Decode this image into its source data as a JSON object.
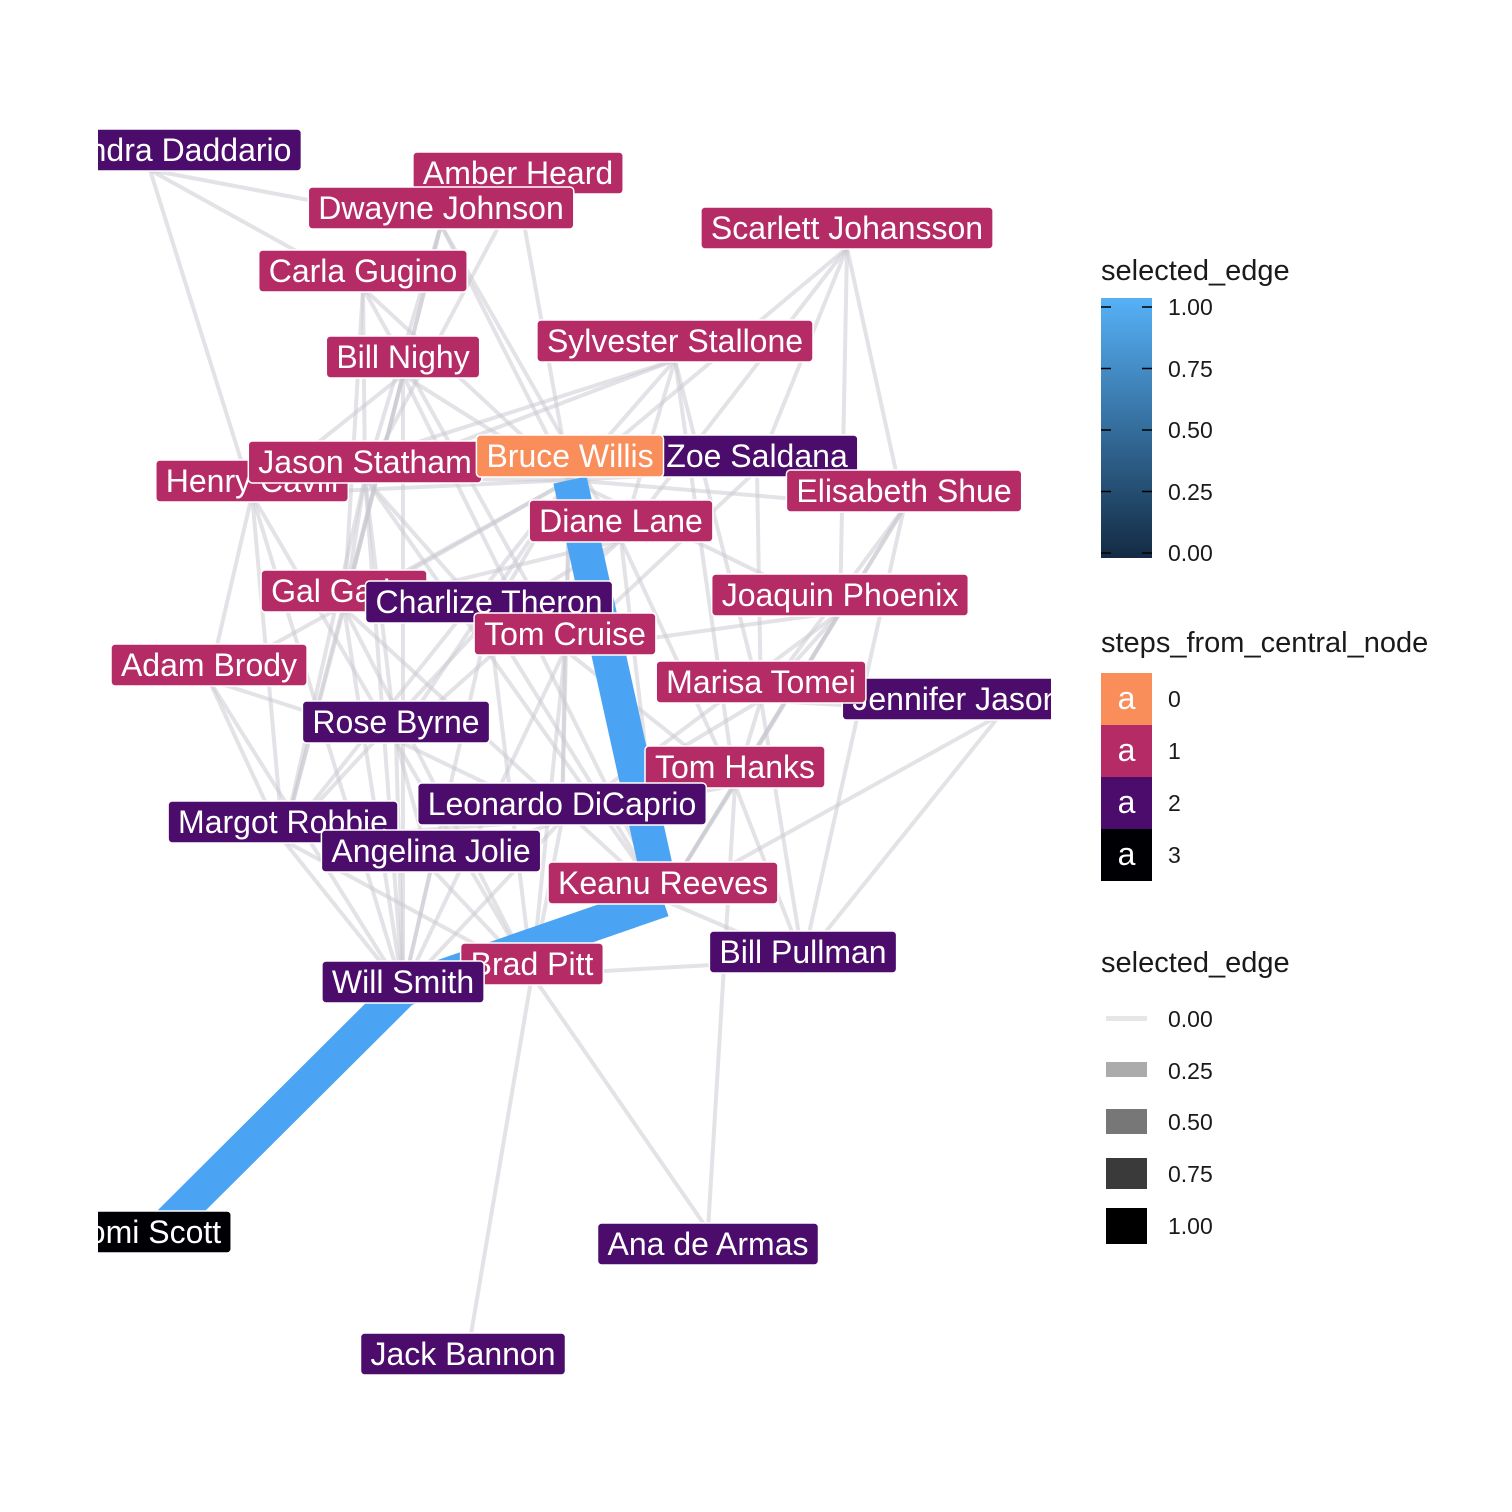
{
  "nodes": [
    {
      "id": "alexandra",
      "label": "Alexandra Daddario",
      "step": 2
    },
    {
      "id": "amber",
      "label": "Amber Heard",
      "step": 1
    },
    {
      "id": "dwayne",
      "label": "Dwayne Johnson",
      "step": 1
    },
    {
      "id": "scarlett",
      "label": "Scarlett Johansson",
      "step": 1
    },
    {
      "id": "carla",
      "label": "Carla Gugino",
      "step": 1
    },
    {
      "id": "sylvester",
      "label": "Sylvester Stallone",
      "step": 1
    },
    {
      "id": "billn",
      "label": "Bill Nighy",
      "step": 1
    },
    {
      "id": "zoe",
      "label": "Zoe Saldana",
      "step": 2
    },
    {
      "id": "henry",
      "label": "Henry Cavill",
      "step": 1
    },
    {
      "id": "jason",
      "label": "Jason Statham",
      "step": 1
    },
    {
      "id": "bruce",
      "label": "Bruce Willis",
      "step": 0
    },
    {
      "id": "elisabeth",
      "label": "Elisabeth Shue",
      "step": 1
    },
    {
      "id": "diane",
      "label": "Diane Lane",
      "step": 1
    },
    {
      "id": "gal",
      "label": "Gal Gadot",
      "step": 1
    },
    {
      "id": "joaquin",
      "label": "Joaquin Phoenix",
      "step": 1
    },
    {
      "id": "charlize",
      "label": "Charlize Theron",
      "step": 2
    },
    {
      "id": "tomc",
      "label": "Tom Cruise",
      "step": 1
    },
    {
      "id": "adam",
      "label": "Adam Brody",
      "step": 1
    },
    {
      "id": "jennifer",
      "label": "Jennifer Jason Leigh",
      "step": 2
    },
    {
      "id": "marisa",
      "label": "Marisa Tomei",
      "step": 1
    },
    {
      "id": "rose",
      "label": "Rose Byrne",
      "step": 2
    },
    {
      "id": "tomh",
      "label": "Tom Hanks",
      "step": 1
    },
    {
      "id": "leonardo",
      "label": "Leonardo DiCaprio",
      "step": 2
    },
    {
      "id": "margot",
      "label": "Margot Robbie",
      "step": 2
    },
    {
      "id": "angelina",
      "label": "Angelina Jolie",
      "step": 2
    },
    {
      "id": "keanu",
      "label": "Keanu Reeves",
      "step": 1
    },
    {
      "id": "bradpitt",
      "label": "Brad Pitt",
      "step": 1
    },
    {
      "id": "billp",
      "label": "Bill Pullman",
      "step": 2
    },
    {
      "id": "will",
      "label": "Will Smith",
      "step": 2
    },
    {
      "id": "naomi",
      "label": "Naomi Scott",
      "step": 3
    },
    {
      "id": "ana",
      "label": "Ana de Armas",
      "step": 2
    },
    {
      "id": "jack",
      "label": "Jack Bannon",
      "step": 2
    }
  ],
  "edges": [
    {
      "from": "bruce",
      "to": "keanu",
      "selected_edge": 1
    },
    {
      "from": "keanu",
      "to": "will",
      "selected_edge": 1
    },
    {
      "from": "will",
      "to": "naomi",
      "selected_edge": 1
    },
    {
      "from": "alexandra",
      "to": "dwayne",
      "selected_edge": 0
    },
    {
      "from": "alexandra",
      "to": "carla",
      "selected_edge": 0
    },
    {
      "from": "alexandra",
      "to": "henry",
      "selected_edge": 0
    },
    {
      "from": "amber",
      "to": "bruce",
      "selected_edge": 0
    },
    {
      "from": "amber",
      "to": "jason",
      "selected_edge": 0
    },
    {
      "from": "dwayne",
      "to": "billn",
      "selected_edge": 0
    },
    {
      "from": "dwayne",
      "to": "bruce",
      "selected_edge": 0
    },
    {
      "from": "dwayne",
      "to": "gal",
      "selected_edge": 0
    },
    {
      "from": "dwayne",
      "to": "jason",
      "selected_edge": 0
    },
    {
      "from": "dwayne",
      "to": "diane",
      "selected_edge": 0
    },
    {
      "from": "scarlett",
      "to": "zoe",
      "selected_edge": 0
    },
    {
      "from": "scarlett",
      "to": "diane",
      "selected_edge": 0
    },
    {
      "from": "scarlett",
      "to": "joaquin",
      "selected_edge": 0
    },
    {
      "from": "scarlett",
      "to": "bruce",
      "selected_edge": 0
    },
    {
      "from": "scarlett",
      "to": "elisabeth",
      "selected_edge": 0
    },
    {
      "from": "carla",
      "to": "jason",
      "selected_edge": 0
    },
    {
      "from": "carla",
      "to": "bruce",
      "selected_edge": 0
    },
    {
      "from": "carla",
      "to": "gal",
      "selected_edge": 0
    },
    {
      "from": "carla",
      "to": "tomc",
      "selected_edge": 0
    },
    {
      "from": "sylvester",
      "to": "bruce",
      "selected_edge": 0
    },
    {
      "from": "sylvester",
      "to": "jason",
      "selected_edge": 0
    },
    {
      "from": "sylvester",
      "to": "diane",
      "selected_edge": 0
    },
    {
      "from": "sylvester",
      "to": "marisa",
      "selected_edge": 0
    },
    {
      "from": "sylvester",
      "to": "henry",
      "selected_edge": 0
    },
    {
      "from": "sylvester",
      "to": "tomh",
      "selected_edge": 0
    },
    {
      "from": "billn",
      "to": "bruce",
      "selected_edge": 0
    },
    {
      "from": "billn",
      "to": "henry",
      "selected_edge": 0
    },
    {
      "from": "billn",
      "to": "gal",
      "selected_edge": 0
    },
    {
      "from": "billn",
      "to": "margot",
      "selected_edge": 0
    },
    {
      "from": "billn",
      "to": "will",
      "selected_edge": 0
    },
    {
      "from": "billn",
      "to": "keanu",
      "selected_edge": 0
    },
    {
      "from": "zoe",
      "to": "bruce",
      "selected_edge": 0
    },
    {
      "from": "zoe",
      "to": "tomc",
      "selected_edge": 0
    },
    {
      "from": "zoe",
      "to": "marisa",
      "selected_edge": 0
    },
    {
      "from": "henry",
      "to": "bruce",
      "selected_edge": 0
    },
    {
      "from": "henry",
      "to": "adam",
      "selected_edge": 0
    },
    {
      "from": "henry",
      "to": "margot",
      "selected_edge": 0
    },
    {
      "from": "henry",
      "to": "will",
      "selected_edge": 0
    },
    {
      "from": "henry",
      "to": "bradpitt",
      "selected_edge": 0
    },
    {
      "from": "jason",
      "to": "bruce",
      "selected_edge": 0
    },
    {
      "from": "jason",
      "to": "gal",
      "selected_edge": 0
    },
    {
      "from": "jason",
      "to": "charlize",
      "selected_edge": 0
    },
    {
      "from": "jason",
      "to": "rose",
      "selected_edge": 0
    },
    {
      "from": "jason",
      "to": "will",
      "selected_edge": 0
    },
    {
      "from": "jason",
      "to": "keanu",
      "selected_edge": 0
    },
    {
      "from": "jason",
      "to": "margot",
      "selected_edge": 0
    },
    {
      "from": "bruce",
      "to": "diane",
      "selected_edge": 0
    },
    {
      "from": "bruce",
      "to": "tomc",
      "selected_edge": 0
    },
    {
      "from": "bruce",
      "to": "elisabeth",
      "selected_edge": 0
    },
    {
      "from": "bruce",
      "to": "gal",
      "selected_edge": 0
    },
    {
      "from": "bruce",
      "to": "charlize",
      "selected_edge": 0
    },
    {
      "from": "bruce",
      "to": "joaquin",
      "selected_edge": 0
    },
    {
      "from": "bruce",
      "to": "rose",
      "selected_edge": 0
    },
    {
      "from": "bruce",
      "to": "adam",
      "selected_edge": 0
    },
    {
      "from": "bruce",
      "to": "margot",
      "selected_edge": 0
    },
    {
      "from": "bruce",
      "to": "leonardo",
      "selected_edge": 0
    },
    {
      "from": "elisabeth",
      "to": "tomh",
      "selected_edge": 0
    },
    {
      "from": "elisabeth",
      "to": "billp",
      "selected_edge": 0
    },
    {
      "from": "elisabeth",
      "to": "keanu",
      "selected_edge": 0
    },
    {
      "from": "elisabeth",
      "to": "marisa",
      "selected_edge": 0
    },
    {
      "from": "diane",
      "to": "charlize",
      "selected_edge": 0
    },
    {
      "from": "diane",
      "to": "tomh",
      "selected_edge": 0
    },
    {
      "from": "diane",
      "to": "gal",
      "selected_edge": 0
    },
    {
      "from": "diane",
      "to": "rose",
      "selected_edge": 0
    },
    {
      "from": "diane",
      "to": "keanu",
      "selected_edge": 0
    },
    {
      "from": "gal",
      "to": "will",
      "selected_edge": 0
    },
    {
      "from": "gal",
      "to": "margot",
      "selected_edge": 0
    },
    {
      "from": "gal",
      "to": "keanu",
      "selected_edge": 0
    },
    {
      "from": "gal",
      "to": "bradpitt",
      "selected_edge": 0
    },
    {
      "from": "joaquin",
      "to": "tomc",
      "selected_edge": 0
    },
    {
      "from": "joaquin",
      "to": "leonardo",
      "selected_edge": 0
    },
    {
      "from": "joaquin",
      "to": "marisa",
      "selected_edge": 0
    },
    {
      "from": "joaquin",
      "to": "keanu",
      "selected_edge": 0
    },
    {
      "from": "charlize",
      "to": "tomc",
      "selected_edge": 0
    },
    {
      "from": "charlize",
      "to": "keanu",
      "selected_edge": 0
    },
    {
      "from": "charlize",
      "to": "will",
      "selected_edge": 0
    },
    {
      "from": "charlize",
      "to": "margot",
      "selected_edge": 0
    },
    {
      "from": "charlize",
      "to": "bradpitt",
      "selected_edge": 0
    },
    {
      "from": "tomc",
      "to": "tomh",
      "selected_edge": 0
    },
    {
      "from": "tomc",
      "to": "leonardo",
      "selected_edge": 0
    },
    {
      "from": "tomc",
      "to": "will",
      "selected_edge": 0
    },
    {
      "from": "tomc",
      "to": "bradpitt",
      "selected_edge": 0
    },
    {
      "from": "adam",
      "to": "margot",
      "selected_edge": 0
    },
    {
      "from": "adam",
      "to": "will",
      "selected_edge": 0
    },
    {
      "from": "adam",
      "to": "rose",
      "selected_edge": 0
    },
    {
      "from": "jennifer",
      "to": "bradpitt",
      "selected_edge": 0
    },
    {
      "from": "jennifer",
      "to": "billp",
      "selected_edge": 0
    },
    {
      "from": "jennifer",
      "to": "marisa",
      "selected_edge": 0
    },
    {
      "from": "marisa",
      "to": "tomh",
      "selected_edge": 0
    },
    {
      "from": "marisa",
      "to": "leonardo",
      "selected_edge": 0
    },
    {
      "from": "marisa",
      "to": "billp",
      "selected_edge": 0
    },
    {
      "from": "rose",
      "to": "will",
      "selected_edge": 0
    },
    {
      "from": "rose",
      "to": "leonardo",
      "selected_edge": 0
    },
    {
      "from": "rose",
      "to": "angelina",
      "selected_edge": 0
    },
    {
      "from": "tomh",
      "to": "leonardo",
      "selected_edge": 0
    },
    {
      "from": "tomh",
      "to": "keanu",
      "selected_edge": 0
    },
    {
      "from": "tomh",
      "to": "billp",
      "selected_edge": 0
    },
    {
      "from": "tomh",
      "to": "ana",
      "selected_edge": 0
    },
    {
      "from": "leonardo",
      "to": "bradpitt",
      "selected_edge": 0
    },
    {
      "from": "leonardo",
      "to": "angelina",
      "selected_edge": 0
    },
    {
      "from": "leonardo",
      "to": "margot",
      "selected_edge": 0
    },
    {
      "from": "leonardo",
      "to": "will",
      "selected_edge": 0
    },
    {
      "from": "margot",
      "to": "will",
      "selected_edge": 0
    },
    {
      "from": "margot",
      "to": "bradpitt",
      "selected_edge": 0
    },
    {
      "from": "angelina",
      "to": "will",
      "selected_edge": 0
    },
    {
      "from": "angelina",
      "to": "bradpitt",
      "selected_edge": 0
    },
    {
      "from": "keanu",
      "to": "bradpitt",
      "selected_edge": 0
    },
    {
      "from": "keanu",
      "to": "billp",
      "selected_edge": 0
    },
    {
      "from": "bradpitt",
      "to": "billp",
      "selected_edge": 0
    },
    {
      "from": "bradpitt",
      "to": "will",
      "selected_edge": 0
    },
    {
      "from": "bradpitt",
      "to": "ana",
      "selected_edge": 0
    },
    {
      "from": "bradpitt",
      "to": "jack",
      "selected_edge": 0
    }
  ],
  "colors": {
    "step_0": "#f98e5b",
    "step_1": "#b52b66",
    "step_2": "#4b0c6b",
    "step_3": "#000004",
    "selected_edge_color": "#4aa3f3",
    "edge_color": "#d2d2d7",
    "colorbar_low": "#132b43",
    "colorbar_high": "#56b1f7"
  },
  "legend": {
    "color_title": "selected_edge",
    "color_ticks": [
      "1.00",
      "0.75",
      "0.50",
      "0.25",
      "0.00"
    ],
    "fill_title": "steps_from_central_node",
    "fill_key_glyph": "a",
    "fill_items": [
      "0",
      "1",
      "2",
      "3"
    ],
    "width_title": "selected_edge",
    "width_items": [
      "0.00",
      "0.25",
      "0.50",
      "0.75",
      "1.00"
    ]
  }
}
